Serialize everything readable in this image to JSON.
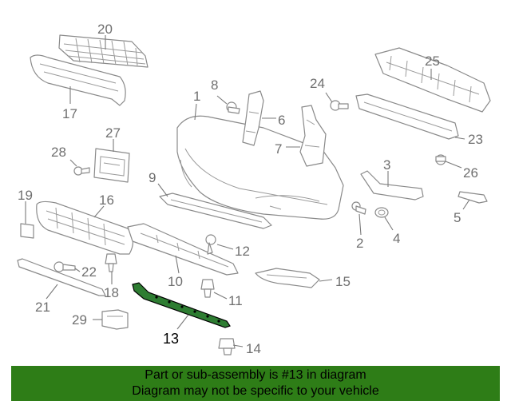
{
  "diagram": {
    "callouts": [
      "1",
      "2",
      "3",
      "4",
      "5",
      "6",
      "7",
      "8",
      "9",
      "10",
      "11",
      "12",
      "13",
      "14",
      "15",
      "16",
      "17",
      "18",
      "19",
      "20",
      "21",
      "22",
      "23",
      "24",
      "25",
      "26",
      "27",
      "28",
      "29"
    ],
    "highlighted_part": "13",
    "highlight_color": "#2e7d17"
  },
  "banner": {
    "line1": "Part or sub-assembly is #13 in diagram",
    "line2": "Diagram may not be specific to your vehicle",
    "background": "#2e7d17"
  }
}
